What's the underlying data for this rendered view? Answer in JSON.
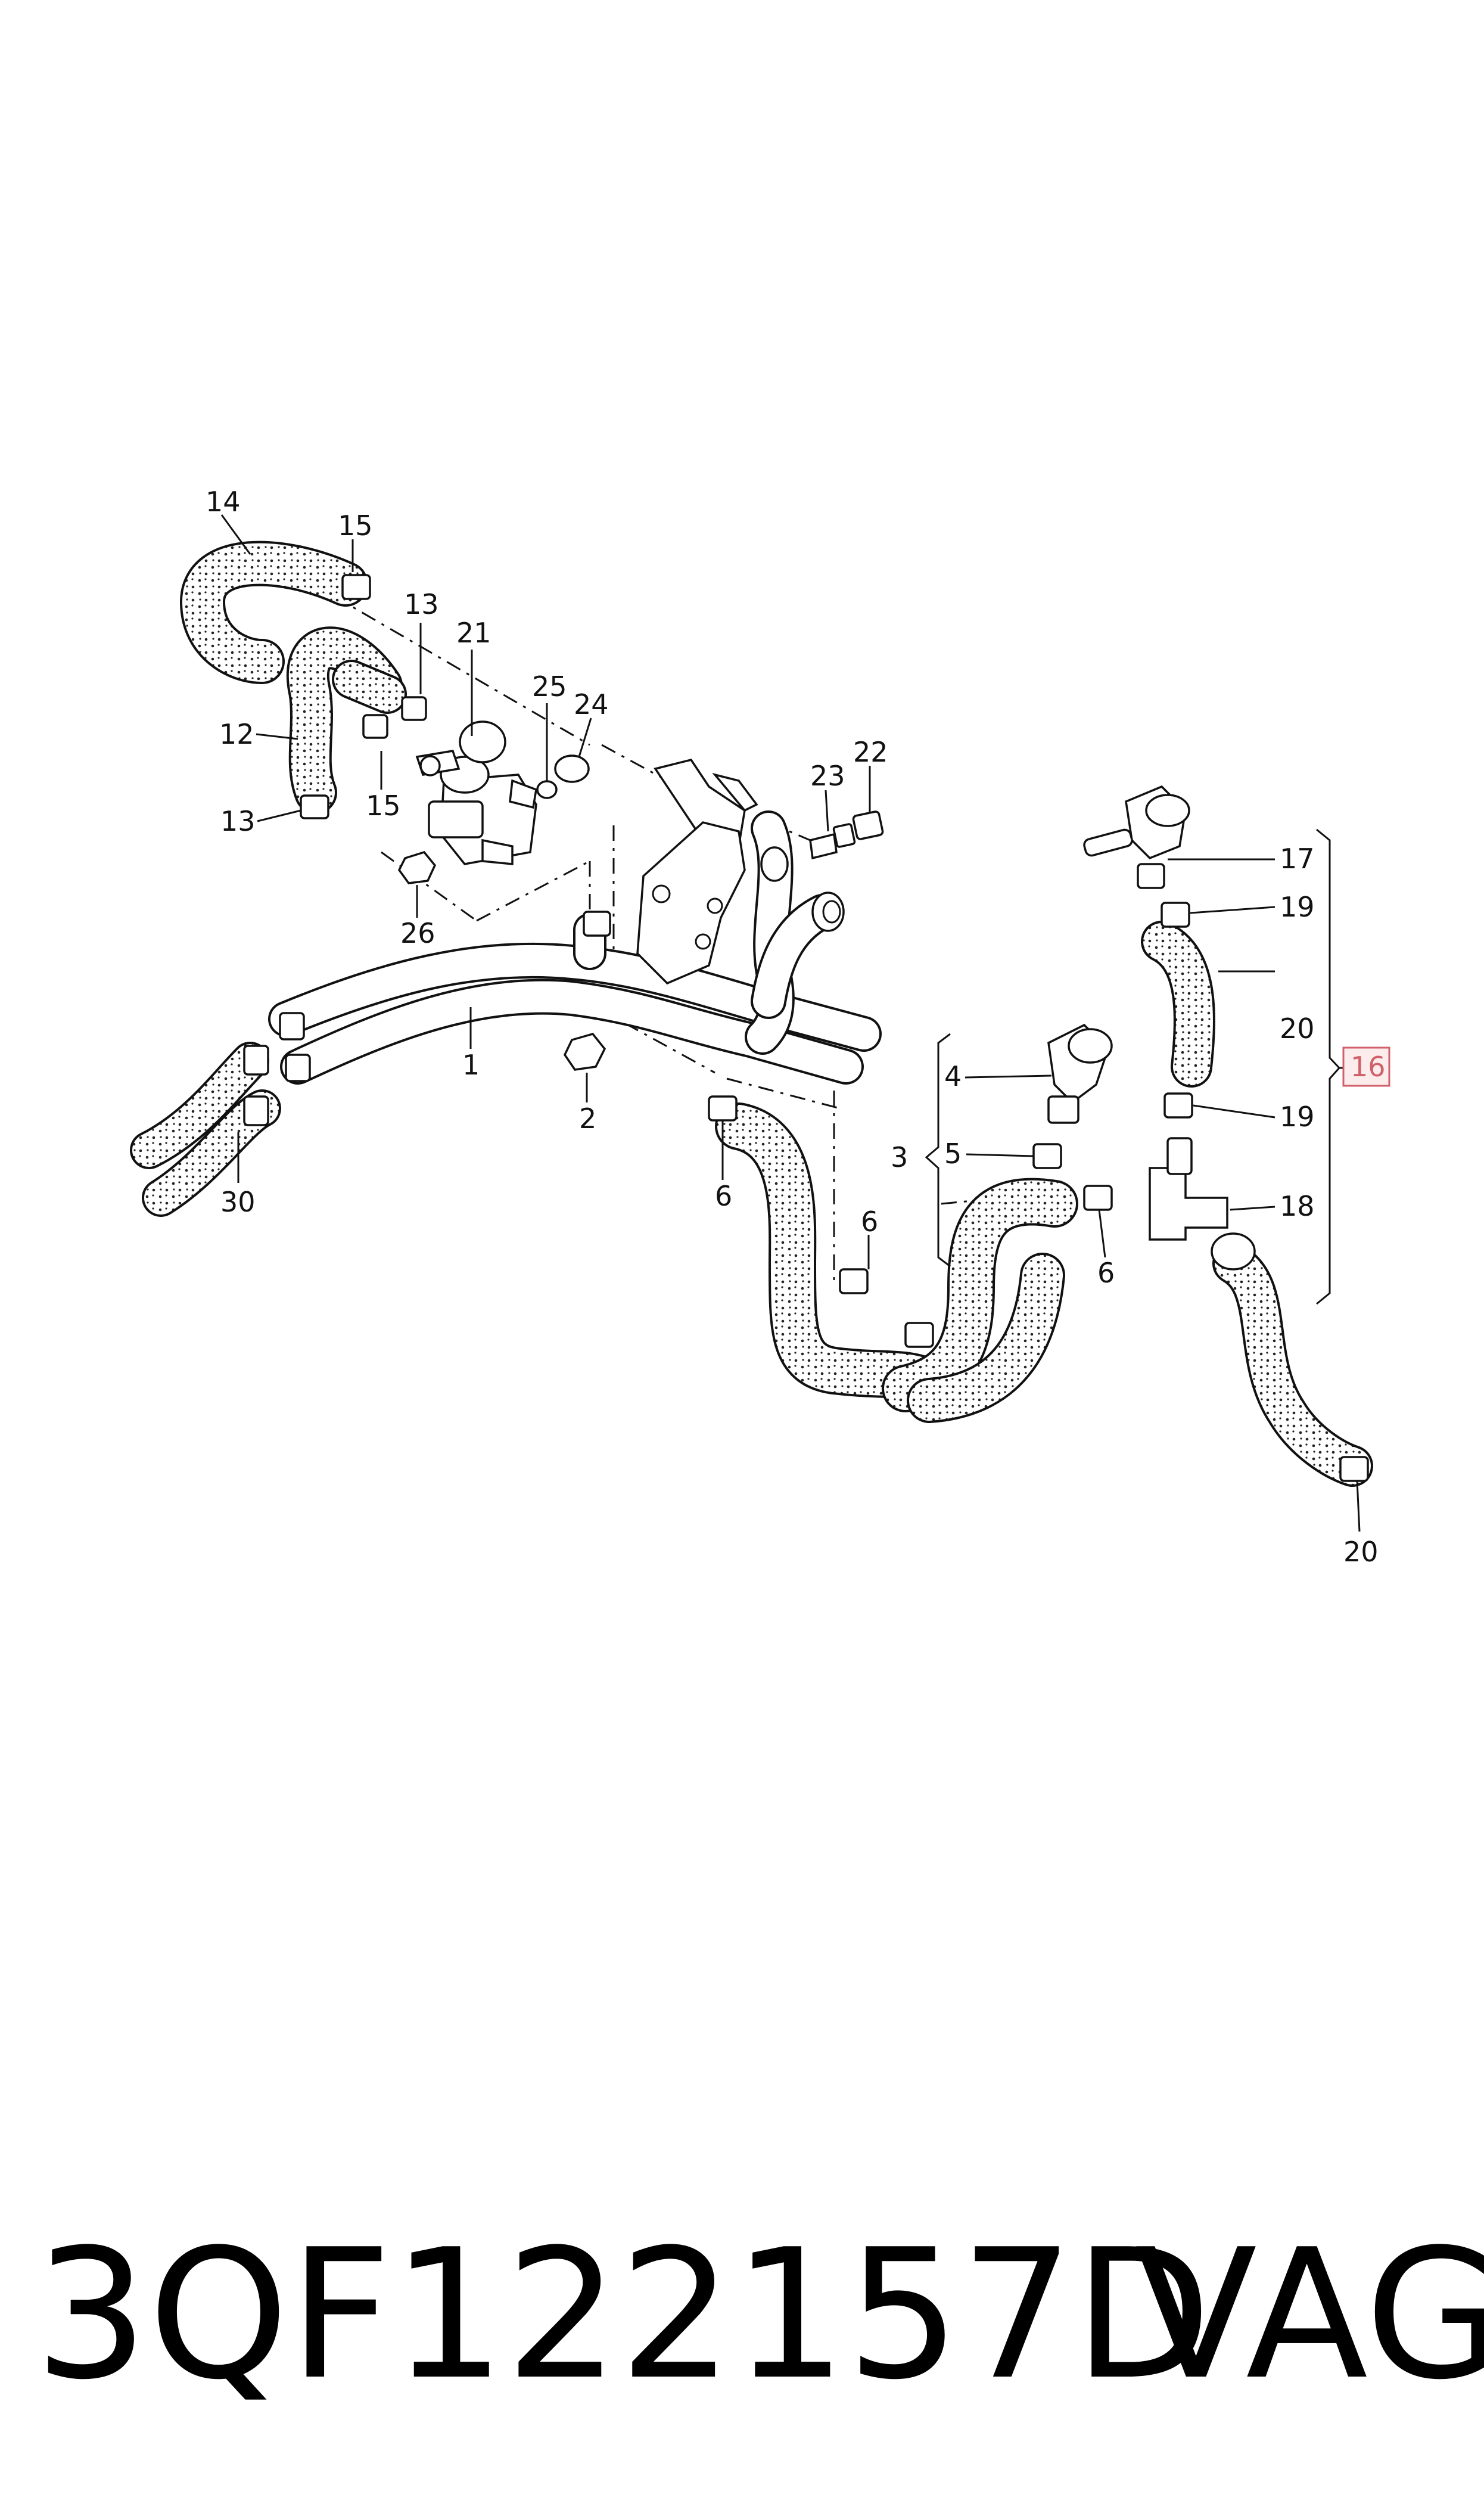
{
  "callouts": [
    {
      "id": "14",
      "text": "14"
    },
    {
      "id": "15a",
      "text": "15"
    },
    {
      "id": "13a",
      "text": "13"
    },
    {
      "id": "21",
      "text": "21"
    },
    {
      "id": "25",
      "text": "25"
    },
    {
      "id": "24",
      "text": "24"
    },
    {
      "id": "12",
      "text": "12"
    },
    {
      "id": "15b",
      "text": "15"
    },
    {
      "id": "13b",
      "text": "13"
    },
    {
      "id": "23",
      "text": "23"
    },
    {
      "id": "22",
      "text": "22"
    },
    {
      "id": "26",
      "text": "26"
    },
    {
      "id": "1",
      "text": "1"
    },
    {
      "id": "2",
      "text": "2"
    },
    {
      "id": "30",
      "text": "30"
    },
    {
      "id": "6a",
      "text": "6"
    },
    {
      "id": "4",
      "text": "4"
    },
    {
      "id": "3",
      "text": "3"
    },
    {
      "id": "5",
      "text": "5"
    },
    {
      "id": "6b",
      "text": "6"
    },
    {
      "id": "6c",
      "text": "6"
    },
    {
      "id": "17",
      "text": "17"
    },
    {
      "id": "19a",
      "text": "19"
    },
    {
      "id": "20a",
      "text": "20"
    },
    {
      "id": "16",
      "text": "16"
    },
    {
      "id": "19b",
      "text": "19"
    },
    {
      "id": "18",
      "text": "18"
    },
    {
      "id": "20b",
      "text": "20"
    }
  ],
  "footer": {
    "part_number": "3QF122157D",
    "brand": "VAG"
  },
  "colors": {
    "ink": "#111111",
    "highlight_border": "#d0606a",
    "highlight_fill": "#fdecec",
    "hose_fill": "#ffffff",
    "hose_dots": "#222222"
  }
}
